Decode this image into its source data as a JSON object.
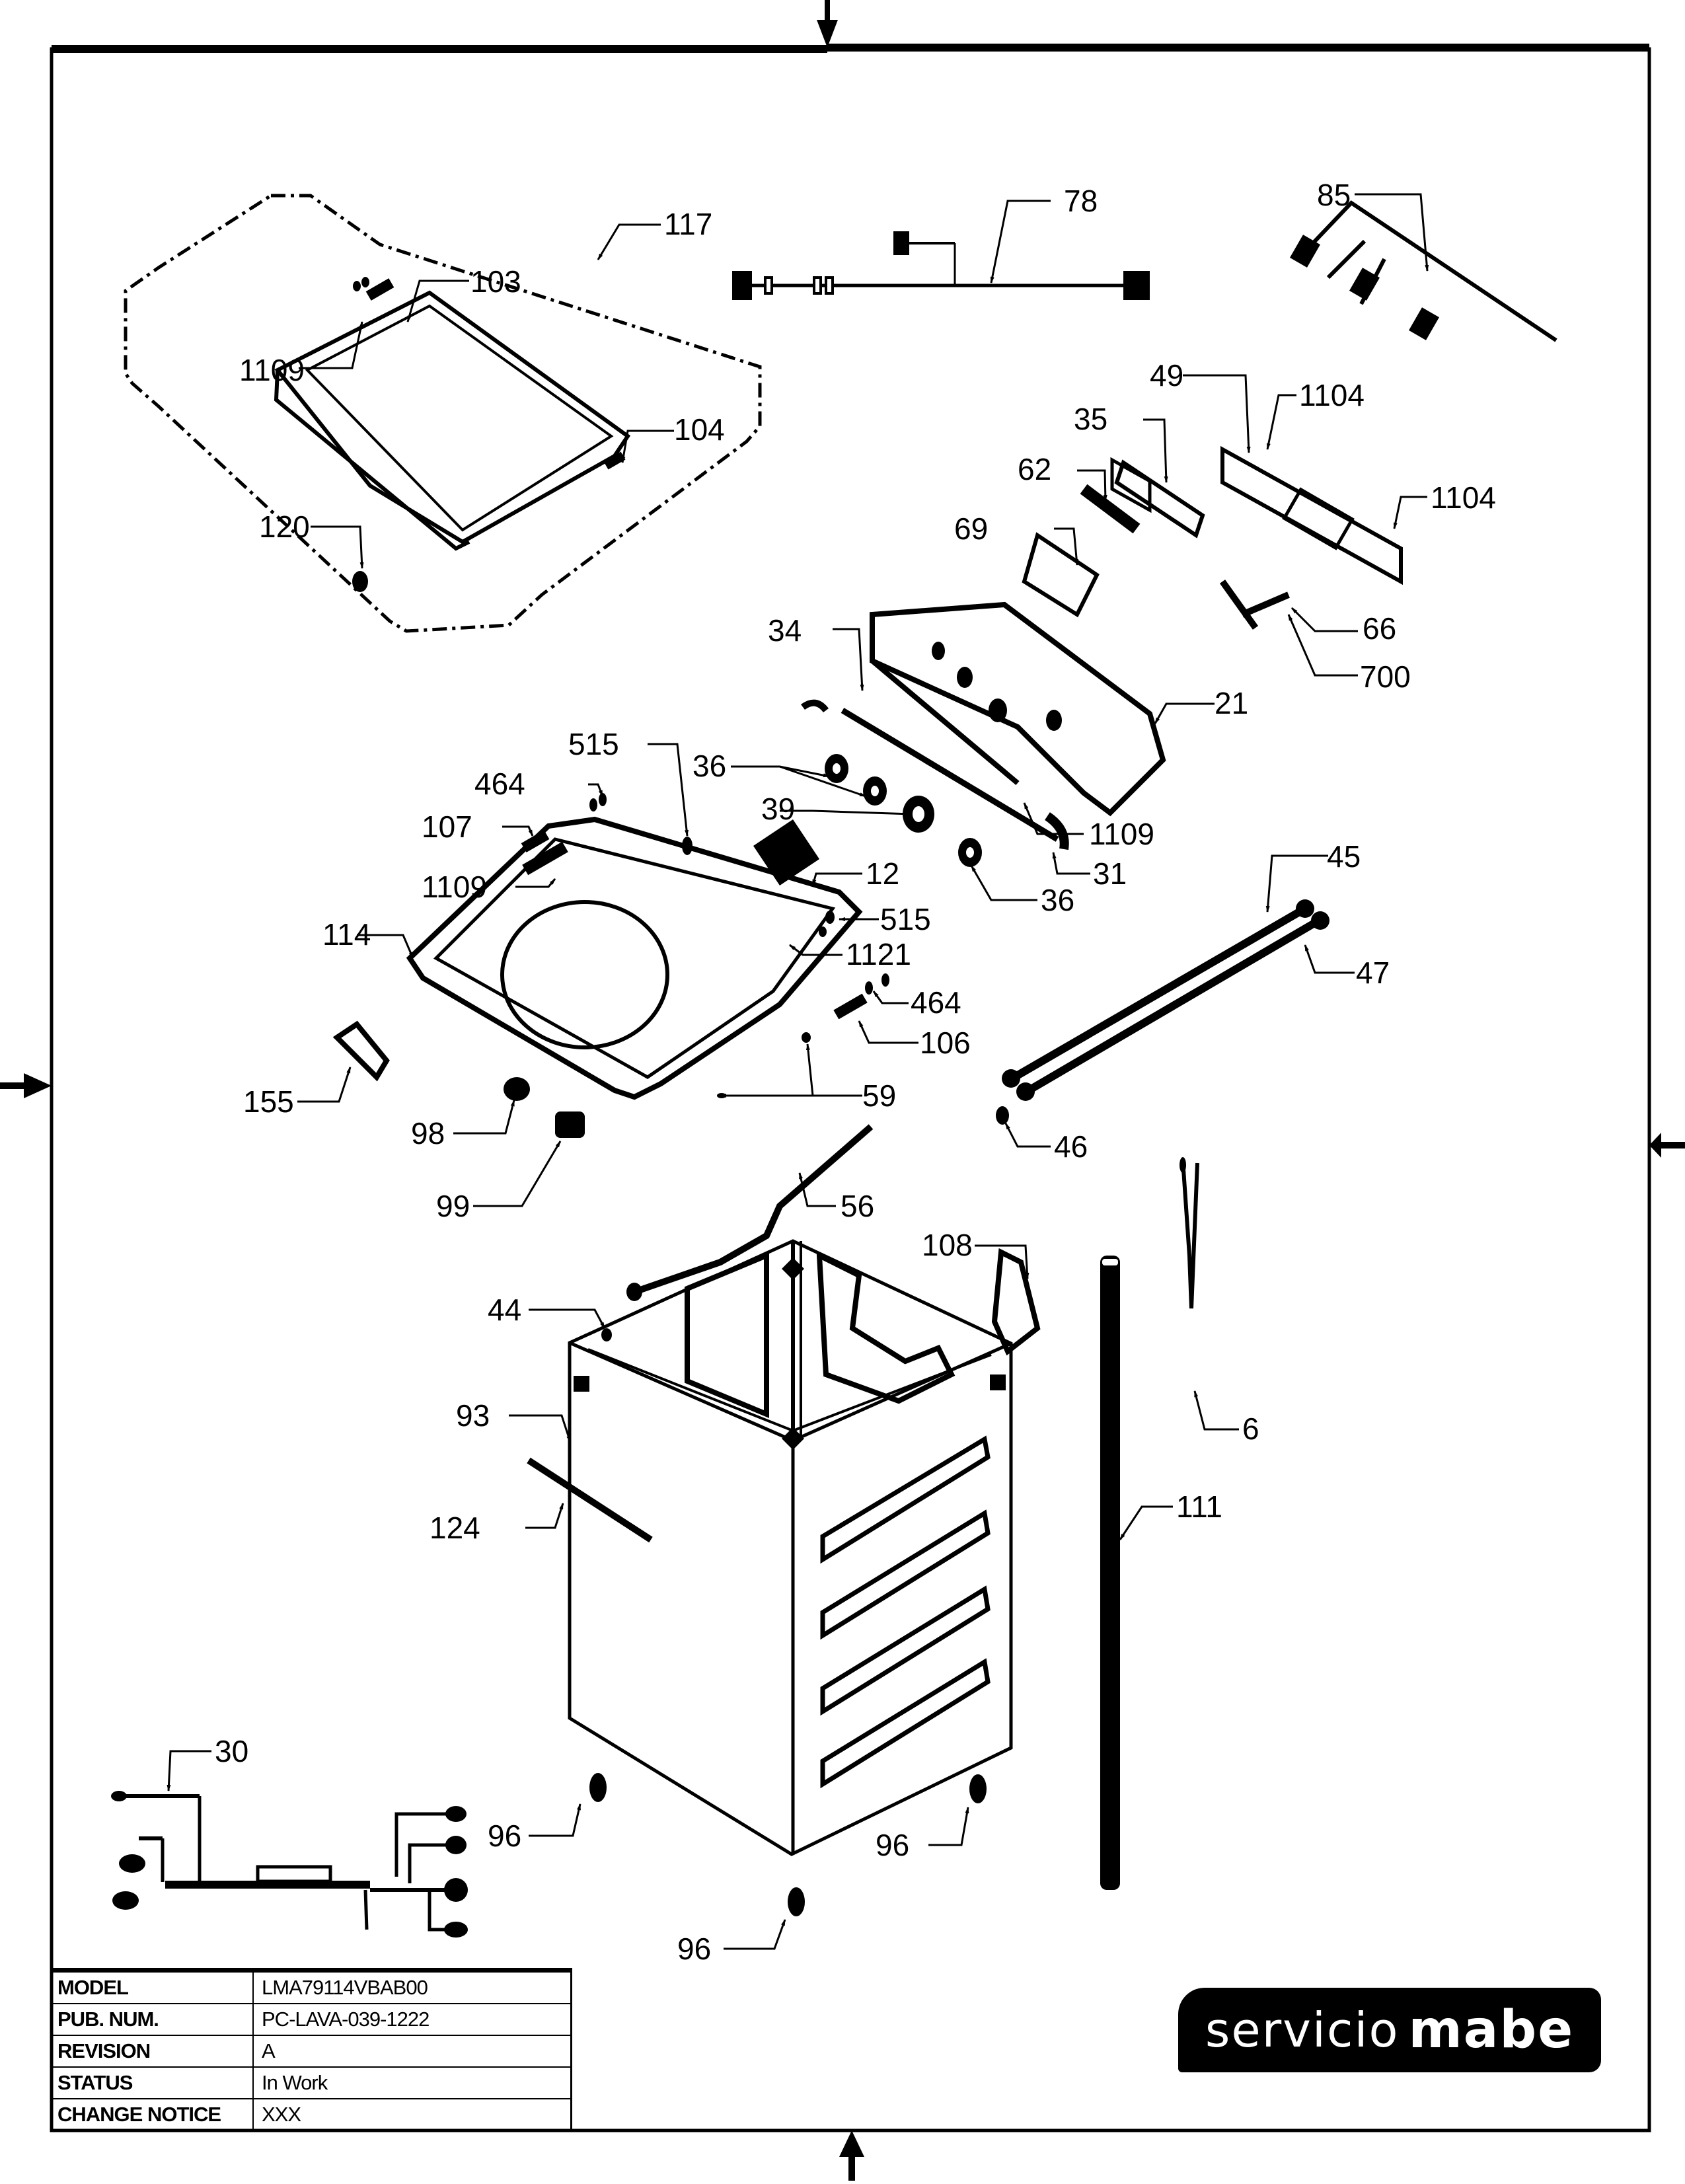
{
  "document": {
    "type": "exploded parts diagram",
    "brand_logo": {
      "word1": "servicio",
      "word2": "mabe",
      "background": "#000000",
      "text_color": "#ffffff"
    }
  },
  "title_block": [
    {
      "key": "MODEL",
      "value": "LMA79114VBAB00"
    },
    {
      "key": "PUB. NUM.",
      "value": "PC-LAVA-039-1222"
    },
    {
      "key": "REVISION",
      "value": "A"
    },
    {
      "key": "STATUS",
      "value": "In Work"
    },
    {
      "key": "CHANGE NOTICE",
      "value": "XXX"
    }
  ],
  "callouts": {
    "c117": "117",
    "c103": "103",
    "c1109a": "1109",
    "c104": "104",
    "c120": "120",
    "c78": "78",
    "c85": "85",
    "c49": "49",
    "c1104a": "1104",
    "c35": "35",
    "c62": "62",
    "c1104b": "1104",
    "c69": "69",
    "c66": "66",
    "c34": "34",
    "c700": "700",
    "c21": "21",
    "c515a": "515",
    "c36a": "36",
    "c464a": "464",
    "c39": "39",
    "c1109b": "1109",
    "c107": "107",
    "c12": "12",
    "c31": "31",
    "c1109c": "1109",
    "c36b": "36",
    "c45": "45",
    "c515b": "515",
    "c114": "114",
    "c1121": "1121",
    "c47": "47",
    "c464b": "464",
    "c106": "106",
    "c155": "155",
    "c59": "59",
    "c98": "98",
    "c46": "46",
    "c99": "99",
    "c56": "56",
    "c108": "108",
    "c44": "44",
    "c6": "6",
    "c93": "93",
    "c111": "111",
    "c124": "124",
    "c30": "30",
    "c96a": "96",
    "c96b": "96",
    "c96c": "96"
  }
}
